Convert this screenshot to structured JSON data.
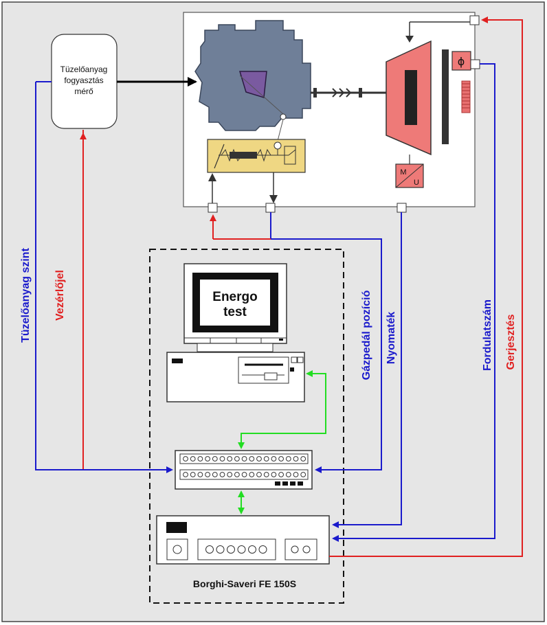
{
  "fuel_meter": {
    "line1": "Tüzelőanyag",
    "line2": "fogyasztás",
    "line3": "mérő"
  },
  "monitor": {
    "line1": "Energo",
    "line2": "test"
  },
  "motor_box": {
    "m": "M",
    "u": "U",
    "phi": "ϕ"
  },
  "signals": {
    "fuel_level": "Tüzelőanyag szint",
    "control": "Vezérlőjel",
    "pedal": "Gázpedál pozíció",
    "torque": "Nyomaték",
    "rpm": "Fordulatszám",
    "excitation": "Gerjesztés"
  },
  "controller": {
    "label": "Borghi-Saveri FE 150S"
  },
  "colors": {
    "blue": "#1a1acc",
    "red": "#e02020",
    "green": "#22dd22",
    "engine": "#6f7f98",
    "dyno": "#ee7a78",
    "actuator": "#efd783",
    "background": "#e6e6e6"
  }
}
